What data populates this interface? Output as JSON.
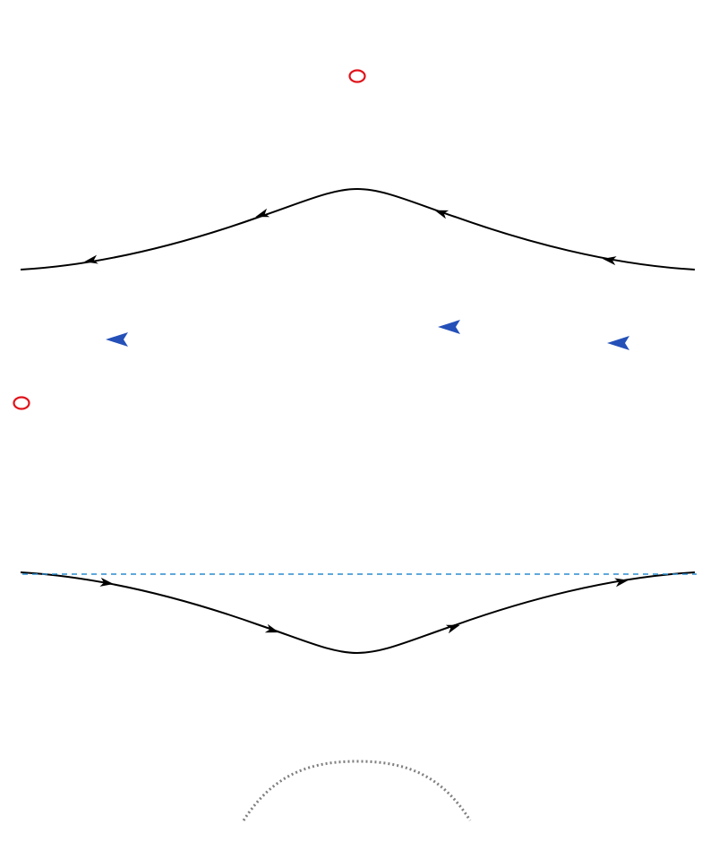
{
  "colors": {
    "background": "#ffffff",
    "contour": "#000000",
    "arrowhead": "#000000",
    "flow_marker": "#2450b8",
    "pole_marker": "#e0121a",
    "reference_line": "#2a8ccf",
    "dotted_arc": "#808080"
  },
  "elements": {
    "upper_contour": {
      "arrow_direction": "leftward",
      "arrowhead_count": 4
    },
    "lower_contour": {
      "arrow_direction": "rightward",
      "arrowhead_count": 4
    },
    "flow_markers": {
      "shape": "arrowhead",
      "direction": "left",
      "count": 3
    },
    "pole_markers": {
      "shape": "open-ellipse",
      "count": 2
    },
    "reference_line": {
      "style": "dashed"
    },
    "bottom_arc": {
      "style": "dotted"
    }
  }
}
